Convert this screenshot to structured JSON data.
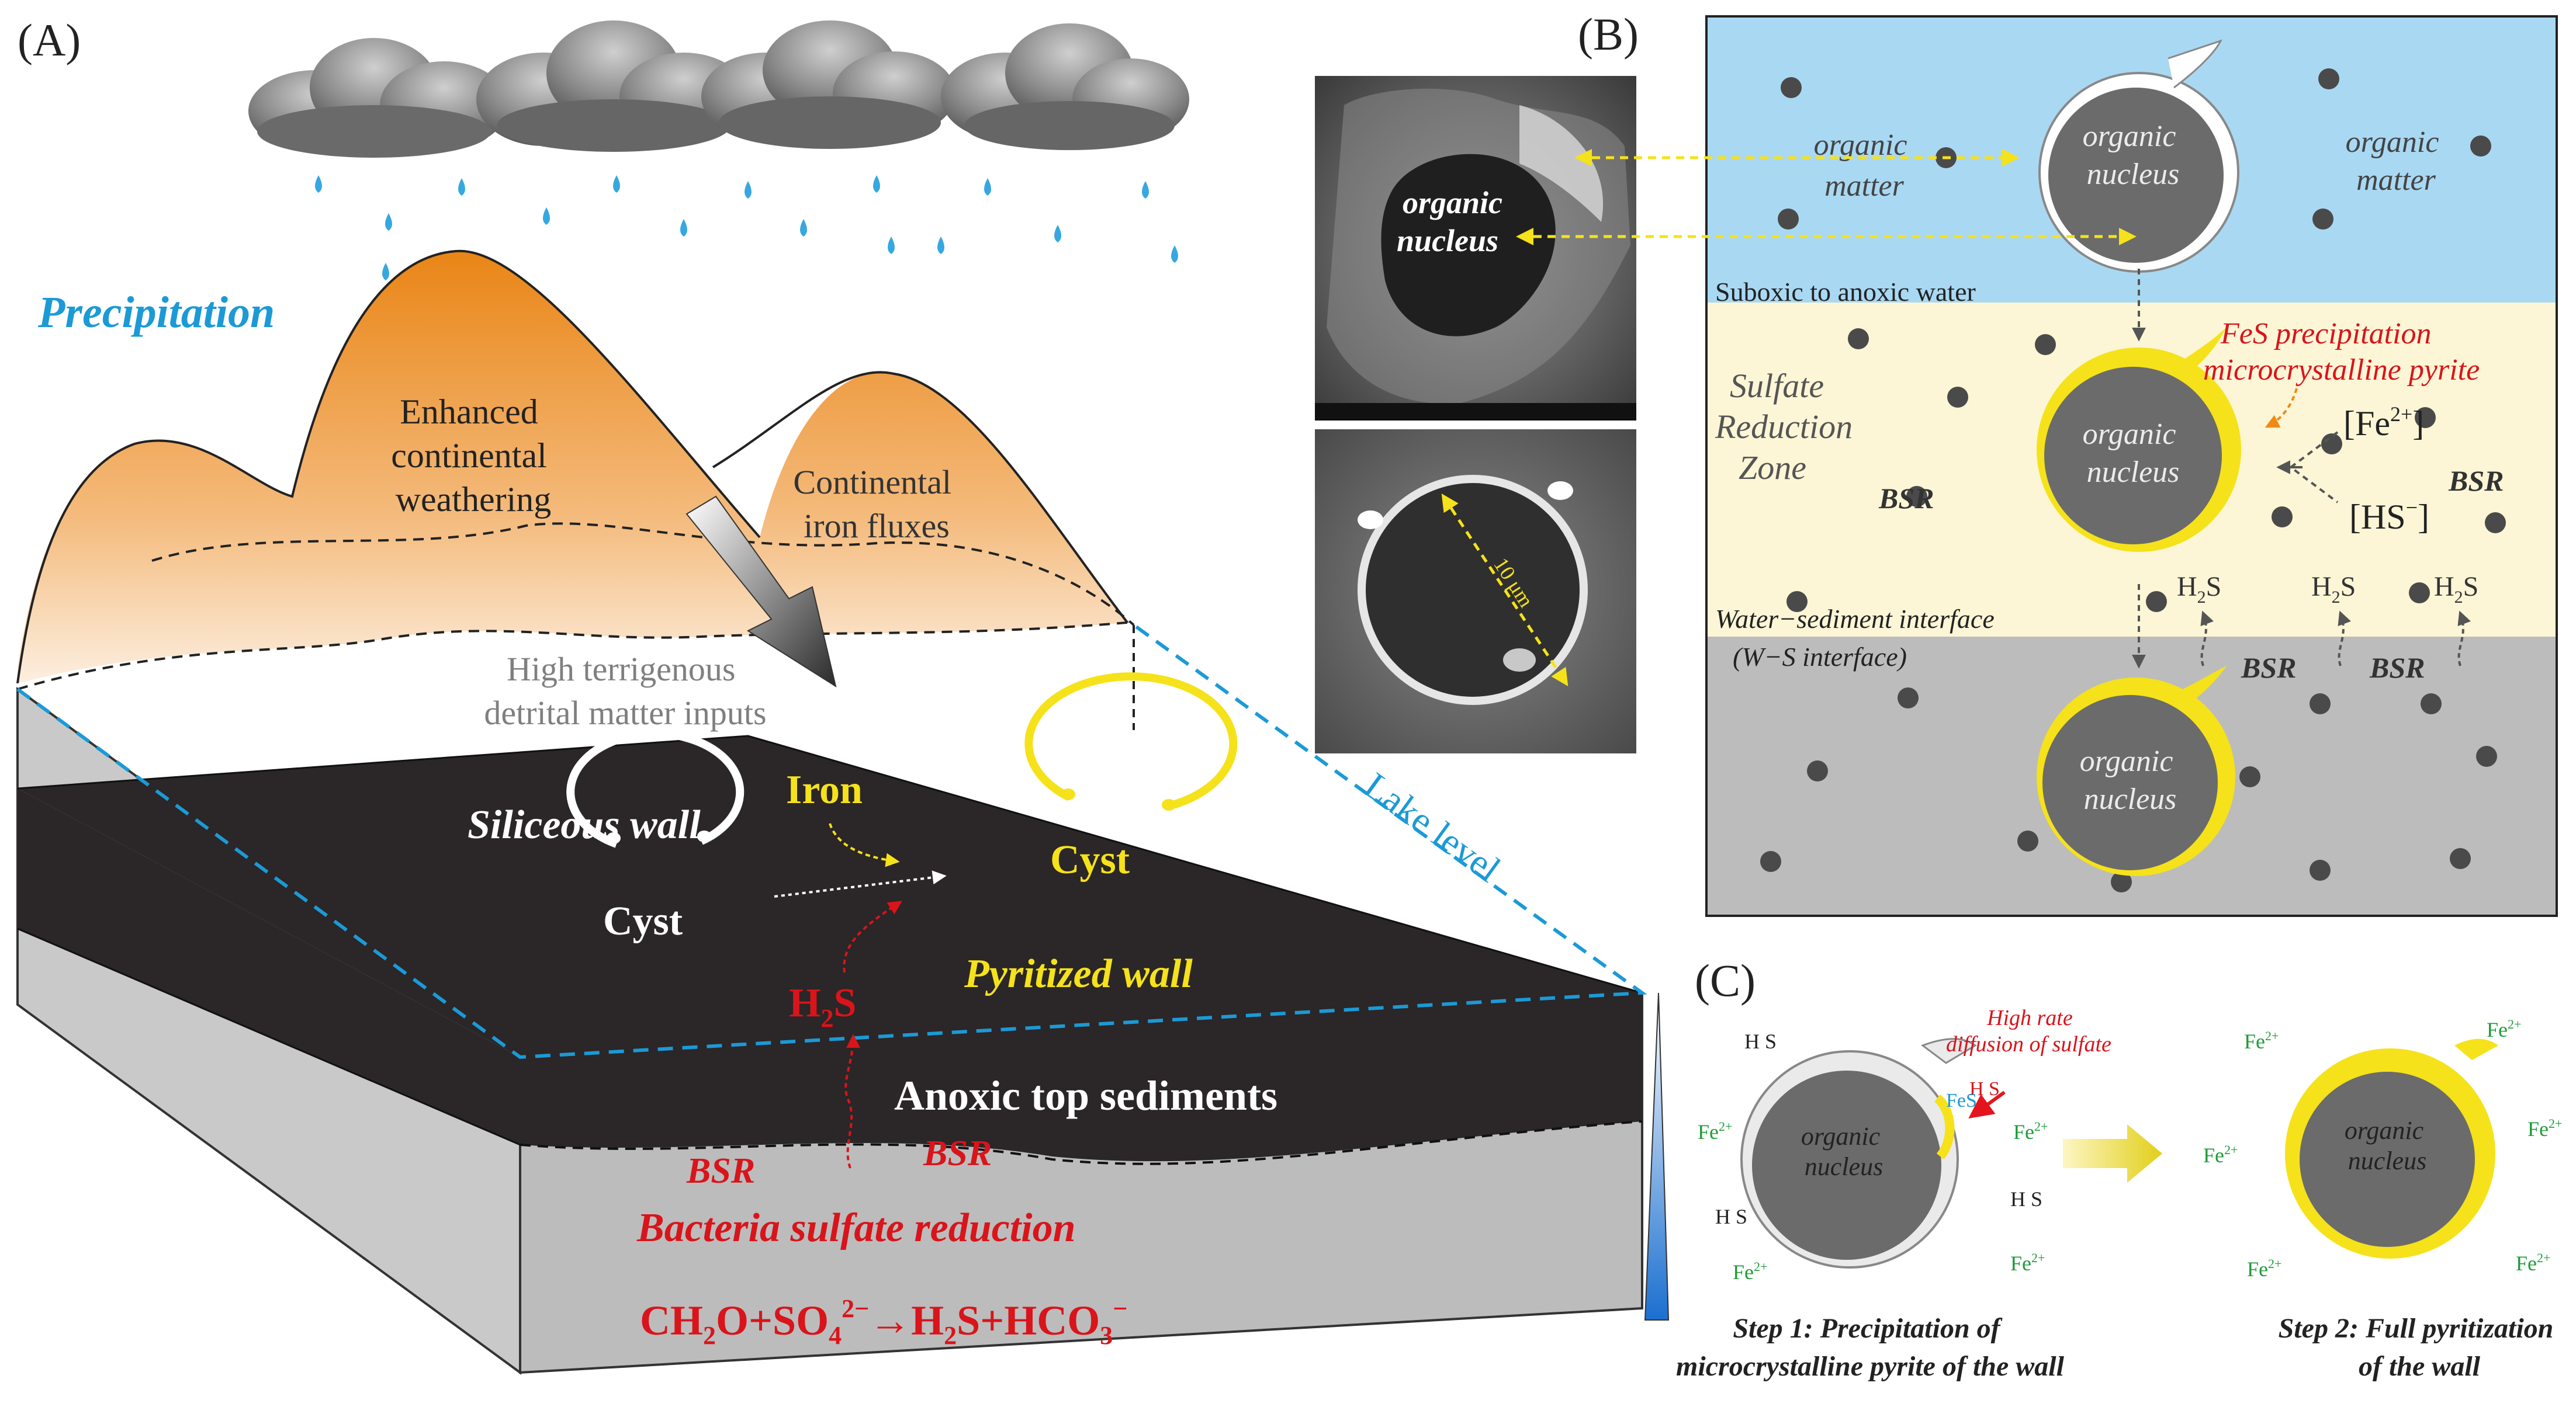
{
  "panel_a": {
    "letter": "(A)",
    "precipitation": "Precipitation",
    "weathering": [
      "Enhanced",
      "continental",
      "weathering"
    ],
    "iron_fluxes": [
      "Continental",
      "iron fluxes"
    ],
    "terrigenous": [
      "High terrigenous",
      "detrital matter inputs"
    ],
    "lake_level": "Lake level",
    "iron": "Iron",
    "siliceous_wall": "Siliceous wall",
    "cyst_left": "Cyst",
    "cyst_right": "Cyst",
    "pyritized_wall": "Pyritized wall",
    "h2s": "H",
    "h2s_sub": "2",
    "h2s_tail": "S",
    "anoxic": "Anoxic top sediments",
    "bsr_left": "BSR",
    "bsr_right": "BSR",
    "bacteria": "Bacteria sulfate reduction",
    "equation": {
      "p1": "CH",
      "s1": "2",
      "p2": "O+SO",
      "s2": "4",
      "sup2": "2−",
      "arrow": "→H",
      "s3": "2",
      "p3": "S+HCO",
      "s4": "3",
      "sup4": "−"
    }
  },
  "sem": {
    "organic": "organic",
    "nucleus": "nucleus",
    "scale": "10 μm"
  },
  "panel_b": {
    "letter": "(B)",
    "organic_matter_left": [
      "organic",
      "matter"
    ],
    "organic_matter_right": [
      "organic",
      "matter"
    ],
    "nucleus_lines": [
      "organic",
      "nucleus"
    ],
    "suboxic": "Suboxic to anoxic water",
    "fes": [
      "FeS precipitation",
      "microcrystalline pyrite"
    ],
    "sulfate_zone": [
      "Sulfate",
      "Reduction",
      "Zone"
    ],
    "bsr": "BSR",
    "fe2": "[Fe",
    "fe2_sup": "2+",
    "fe2_close": "]",
    "hs": "[HS",
    "hs_sup": "−",
    "hs_close": "]",
    "h2s": "H",
    "h2s_sub": "2",
    "h2s_tail": "S",
    "interface": [
      "Water−sediment interface",
      "(W−S interface)"
    ]
  },
  "panel_c": {
    "letter": "(C)",
    "high_rate": [
      "High rate",
      "diffusion of sulfate"
    ],
    "hs_label": "H S",
    "fe_label": "Fe",
    "fe_sup": "2+",
    "fes_label": "FeS",
    "nucleus_lines": [
      "organic",
      "nucleus"
    ],
    "step1": [
      "Step 1: Precipitation of",
      "microcrystalline pyrite of the wall"
    ],
    "step2": [
      "Step 2: Full pyritization",
      "of the wall"
    ]
  },
  "colors": {
    "accent_blue": "#1b9ad6",
    "red_label": "#d9141b",
    "yellow_wall": "#f5e21a",
    "water_blue": "#a9d8f3",
    "zone_cream": "#fcf6d6",
    "sediment_gray": "#bcbcbc",
    "nucleus_gray": "#6b6b6b",
    "green_fe": "#1f9b3a"
  }
}
